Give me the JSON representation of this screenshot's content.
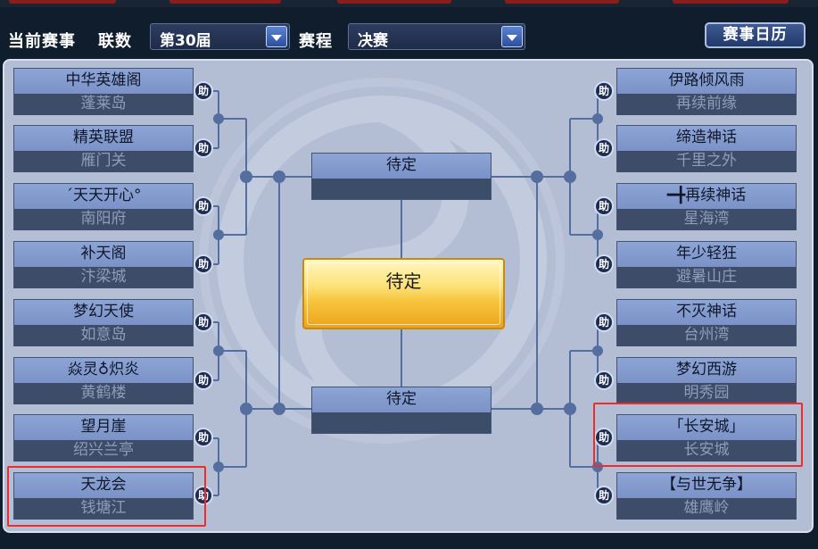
{
  "toolbar": {
    "current_label": "当前赛事",
    "league_label": "联数",
    "league_value": "第30届",
    "stage_label": "赛程",
    "stage_value": "决赛",
    "calendar_button": "赛事日历"
  },
  "assist_label": "助",
  "left_teams": [
    {
      "name": "中华英雄阁",
      "server": "蓬莱岛"
    },
    {
      "name": "精英联盟",
      "server": "雁门关"
    },
    {
      "name": "ˊ天天开心°",
      "server": "南阳府"
    },
    {
      "name": "补天阁",
      "server": "汴梁城"
    },
    {
      "name": "梦幻天使",
      "server": "如意岛"
    },
    {
      "name": "焱灵♁炽炎",
      "server": "黄鹤楼"
    },
    {
      "name": "望月崖",
      "server": "绍兴兰亭"
    },
    {
      "name": "天龙会",
      "server": "钱塘江"
    }
  ],
  "right_teams": [
    {
      "name": "伊路倾风雨",
      "server": "再续前缘"
    },
    {
      "name": "缔造神话",
      "server": "千里之外"
    },
    {
      "name": "━╋再续神话",
      "server": "星海湾"
    },
    {
      "name": "年少轻狂",
      "server": "避暑山庄"
    },
    {
      "name": "不灭神话",
      "server": "台州湾"
    },
    {
      "name": "梦幻西游",
      "server": "明秀园"
    },
    {
      "name": "「长安城」",
      "server": "长安城"
    },
    {
      "name": "【与世无争】",
      "server": "雄鹰岭"
    }
  ],
  "semi_top": "待定",
  "semi_bottom": "待定",
  "final_label": "待定",
  "colors": {
    "highlight": "#ee2c2c",
    "bracket_line": "#536e9f",
    "name_bar": "#8da4d6",
    "server_bar": "#3d4c68",
    "final_gold": "#f6c43b"
  }
}
